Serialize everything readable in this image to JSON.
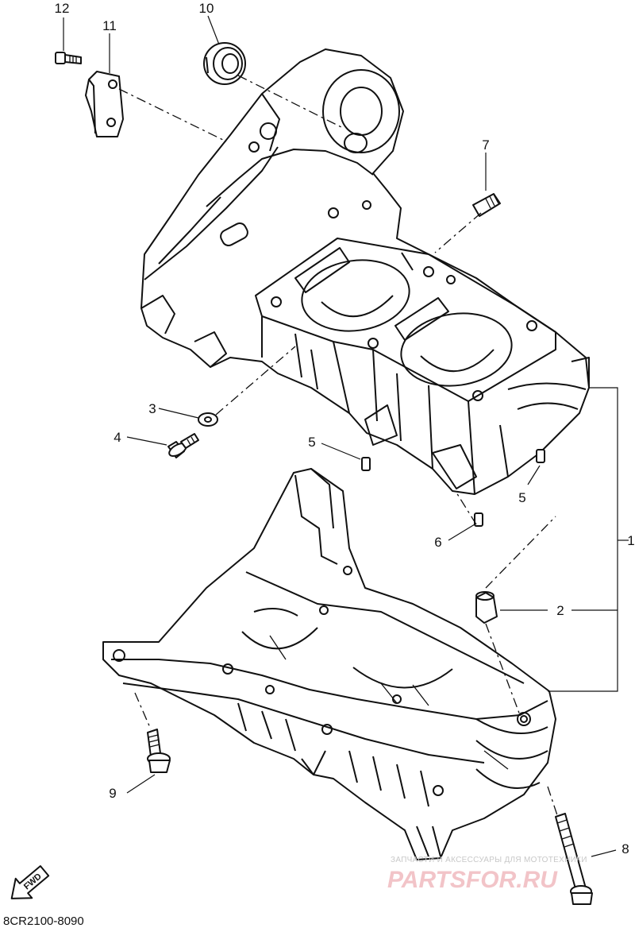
{
  "diagram": {
    "code": "8CR2100-8090",
    "direction_marker": "FWD",
    "callouts": [
      {
        "id": "1",
        "text": "1"
      },
      {
        "id": "2",
        "text": "2"
      },
      {
        "id": "3",
        "text": "3"
      },
      {
        "id": "4",
        "text": "4"
      },
      {
        "id": "5a",
        "text": "5"
      },
      {
        "id": "5b",
        "text": "5"
      },
      {
        "id": "6",
        "text": "6"
      },
      {
        "id": "7",
        "text": "7"
      },
      {
        "id": "8",
        "text": "8"
      },
      {
        "id": "9",
        "text": "9"
      },
      {
        "id": "10",
        "text": "10"
      },
      {
        "id": "11",
        "text": "11"
      },
      {
        "id": "12",
        "text": "12"
      }
    ]
  },
  "watermark": {
    "tagline": "ЗАПЧАСТИ И АКСЕССУАРЫ ДЛЯ МОТОТЕХНИКИ",
    "brand": "PARTSFOR.RU"
  }
}
